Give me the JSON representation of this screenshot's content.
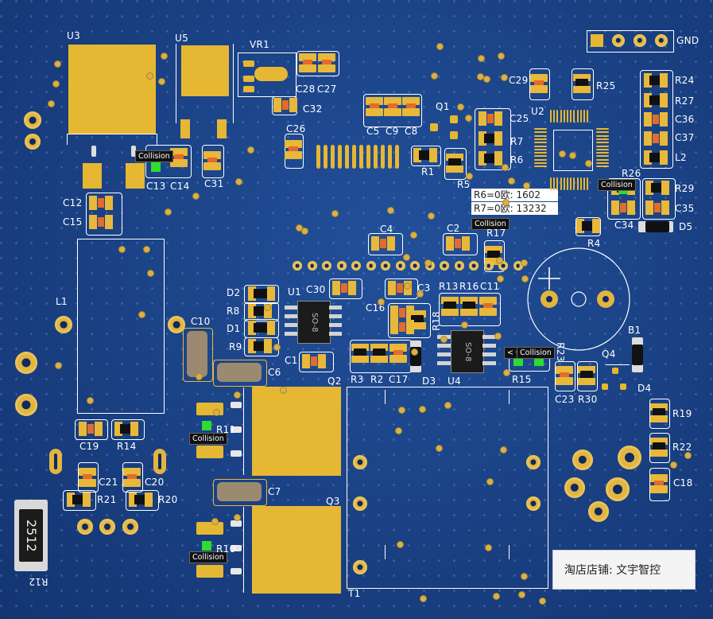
{
  "board": {
    "labels": {
      "U3": "U3",
      "U5": "U5",
      "VR1": "VR1",
      "C28": "C28",
      "C27": "C27",
      "C32": "C32",
      "C29": "C29",
      "R25": "R25",
      "R24": "R24",
      "R27": "R27",
      "C36": "C36",
      "C37": "C37",
      "L2": "L2",
      "C5": "C5",
      "C9": "C9",
      "C8": "C8",
      "Q1": "Q1",
      "C25": "C25",
      "U2": "U2",
      "R7": "R7",
      "R6": "R6",
      "C26": "C26",
      "R1": "R1",
      "R5": "R5",
      "R26": "R26",
      "R29": "R29",
      "C35": "C35",
      "C34": "C34",
      "D5": "D5",
      "C13": "C13",
      "C14": "C14",
      "C31": "C31",
      "C12": "C12",
      "C15": "C15",
      "C4": "C4",
      "C2": "C2",
      "R17": "R17",
      "R4": "R4",
      "L1": "L1",
      "D2": "D2",
      "U1": "U1",
      "C30": "C30",
      "C3": "C3",
      "R13": "R13",
      "R16": "R16",
      "C11": "C11",
      "R8": "R8",
      "D1": "D1",
      "C16": "C16",
      "R18": "R18",
      "C10": "C10",
      "R9": "R9",
      "C1": "C1",
      "R3": "R3",
      "R2": "R2",
      "C17": "C17",
      "D3": "D3",
      "U4": "U4",
      "R15": "R15",
      "R23": "R23",
      "B1": "B1",
      "Q4": "Q4",
      "C23": "C23",
      "R30": "R30",
      "D4": "D4",
      "C6": "C6",
      "Q2": "Q2",
      "R19": "R19",
      "R22": "R22",
      "C18": "C18",
      "R11": "R11",
      "C19": "C19",
      "R14": "R14",
      "C21": "C21",
      "C20": "C20",
      "R21": "R21",
      "R20": "R20",
      "C7": "C7",
      "Q3": "Q3",
      "R10": "R10",
      "R12": "R12",
      "T1": "T1",
      "GND": "GND"
    },
    "chip_marks": {
      "so8": "SO-8",
      "r12_value": "2512"
    },
    "collision": "Collision",
    "collision_prefix": "< 0",
    "info_lines": [
      "R6=0欧:   1602",
      "R7=0欧:  13232"
    ],
    "watermark": "淘店店铺: 文宇智控"
  }
}
